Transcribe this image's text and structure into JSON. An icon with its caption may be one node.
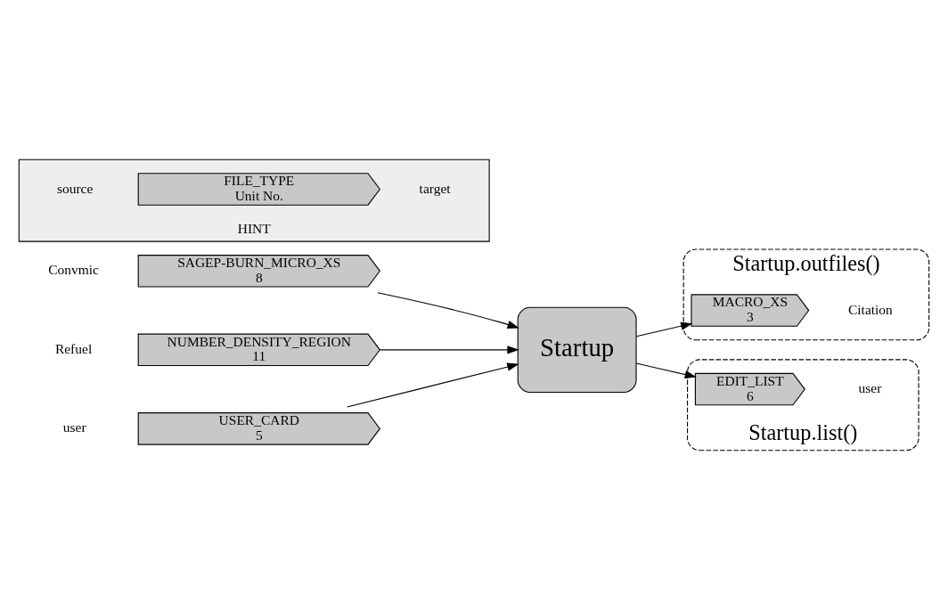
{
  "diagram": {
    "nodes": [
      {
        "text": [
          "USER_CARD",
          "5"
        ],
        "beside": [
          "user"
        ]
      },
      {
        "text": [
          "SAGEP-BURN_MICRO_XS",
          "8"
        ],
        "beside": [
          "Convmic"
        ]
      },
      {
        "text": [
          "NUMBER_DENSITY_REGION",
          "11"
        ],
        "beside": [
          "Refuel"
        ]
      },
      {
        "text": [
          "Startup"
        ]
      },
      {
        "text": [
          "Startup.outfiles()"
        ]
      },
      {
        "text": [
          "MACRO_XS",
          "3"
        ],
        "beside": [
          "Citation"
        ],
        "in": 4
      },
      {
        "text": [
          "Startup.list()"
        ]
      },
      {
        "text": [
          "EDIT_LIST",
          "6"
        ],
        "beside": [
          "user"
        ],
        "in": 6
      },
      {
        "text": [
          "HINT"
        ]
      },
      {
        "text": [
          "FILE_TYPE",
          "Unit No."
        ],
        "beside": [
          "source",
          "target"
        ],
        "in": 8
      }
    ],
    "edges": [
      {
        "from": 0,
        "to": 3,
        "arrow": "to"
      },
      {
        "from": 1,
        "to": 3,
        "arrow": "to"
      },
      {
        "from": 2,
        "to": 3,
        "arrow": "to"
      },
      {
        "from": 3,
        "to": 5,
        "arrow": "to"
      },
      {
        "from": 3,
        "to": 7,
        "arrow": "to"
      }
    ]
  }
}
